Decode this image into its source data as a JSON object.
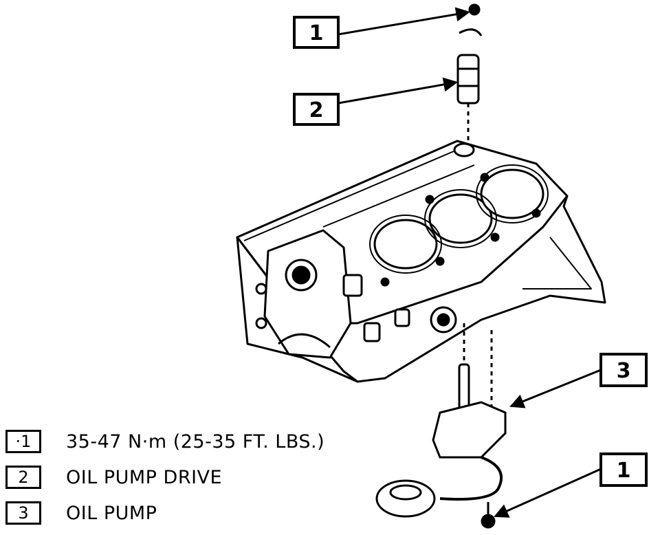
{
  "callouts": [
    {
      "id": "1",
      "label": "1"
    },
    {
      "id": "2",
      "label": "2"
    },
    {
      "id": "3",
      "label": "3"
    },
    {
      "id": "4",
      "label": "1"
    }
  ],
  "legend": [
    {
      "key": "·1",
      "text": "35-47 N·m (25-35 FT. LBS.)"
    },
    {
      "key": "2",
      "text": "OIL PUMP DRIVE"
    },
    {
      "key": "3",
      "text": "OIL PUMP"
    }
  ]
}
